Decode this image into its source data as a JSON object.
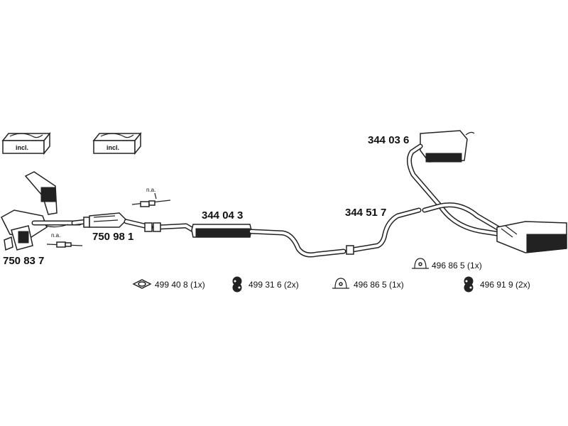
{
  "parts": {
    "front_manifold": "750 83 7",
    "catalyst": "750 98 1",
    "middle_silencer": "344 04 3",
    "connecting_pipe": "344 51 7",
    "rear_silencer": "344 03 6"
  },
  "kit_labels": {
    "left": "incl.",
    "right": "incl."
  },
  "na_labels": {
    "upper": "n.a.",
    "lower": "n.a."
  },
  "accessories": [
    {
      "code": "499 40 8 (1x)",
      "icon": "gasket-ring-icon"
    },
    {
      "code": "499 31 6 (2x)",
      "icon": "rubber-mount-icon"
    },
    {
      "code": "496 86 5 (1x)",
      "icon": "clamp-bracket-icon"
    },
    {
      "code": "496 91 9 (2x)",
      "icon": "rubber-mount-icon"
    },
    {
      "code": "496 86 5 (1x)",
      "icon": "clamp-bracket-icon"
    }
  ],
  "colors": {
    "line": "#222222",
    "background": "#ffffff",
    "muffler_shade": "#555555"
  }
}
